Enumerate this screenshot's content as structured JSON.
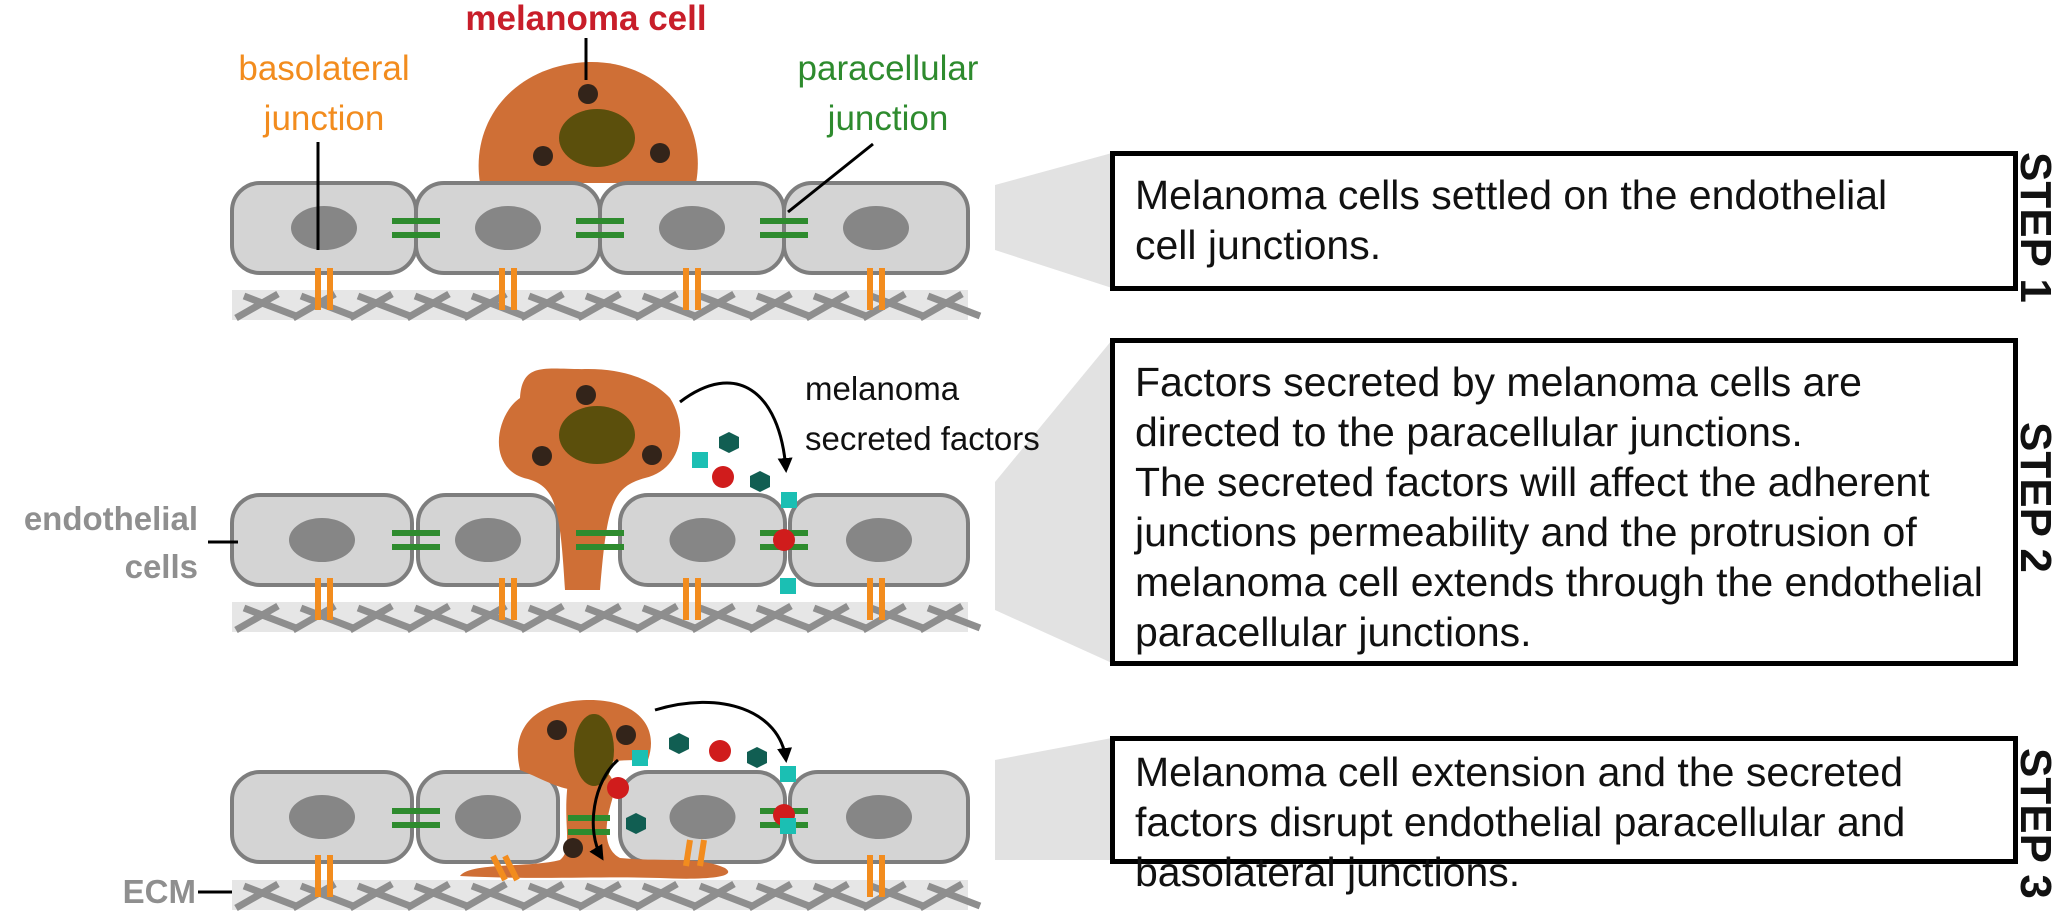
{
  "labels": {
    "melanoma_cell": "melanoma cell",
    "basolateral_line1": "basolateral",
    "basolateral_line2": "junction",
    "paracellular_line1": "paracellular",
    "paracellular_line2": "junction",
    "secreted_line1": "melanoma",
    "secreted_line2": "secreted factors",
    "endothelial_line1": "endothelial",
    "endothelial_line2": "cells",
    "ecm": "ECM"
  },
  "colors": {
    "melanoma": "#cf6f36",
    "melanoma_nucleus": "#5b4f0c",
    "granule": "#33241a",
    "endo_cell": "#d4d4d4",
    "endo_stroke": "#7e7e7e",
    "endo_nucleus": "#868686",
    "basolateral": "#f28c1e",
    "paracellular": "#2e8b2e",
    "factor_red": "#d01c1c",
    "factor_teal": "#1bbfb3",
    "factor_dark": "#115e52",
    "ecm_bg": "#e6e6e6",
    "ecm_fiber": "#8e8e8e",
    "title_red": "#c81e2a",
    "label_grey": "#8f8f8f"
  },
  "steps": [
    {
      "label": "STEP 1",
      "lines": [
        "Melanoma cells settled on the endothelial",
        "cell junctions."
      ]
    },
    {
      "label": "STEP 2",
      "lines": [
        "Factors secreted by melanoma cells are",
        "directed to the paracellular junctions.",
        "The secreted factors will affect the adherent",
        "junctions permeability and the protrusion of",
        "melanoma cell extends through the endothelial",
        "paracellular junctions."
      ]
    },
    {
      "label": "STEP 3",
      "lines": [
        "Melanoma cell extension and the secreted",
        "factors disrupt endothelial paracellular and",
        "basolateral junctions."
      ]
    }
  ]
}
